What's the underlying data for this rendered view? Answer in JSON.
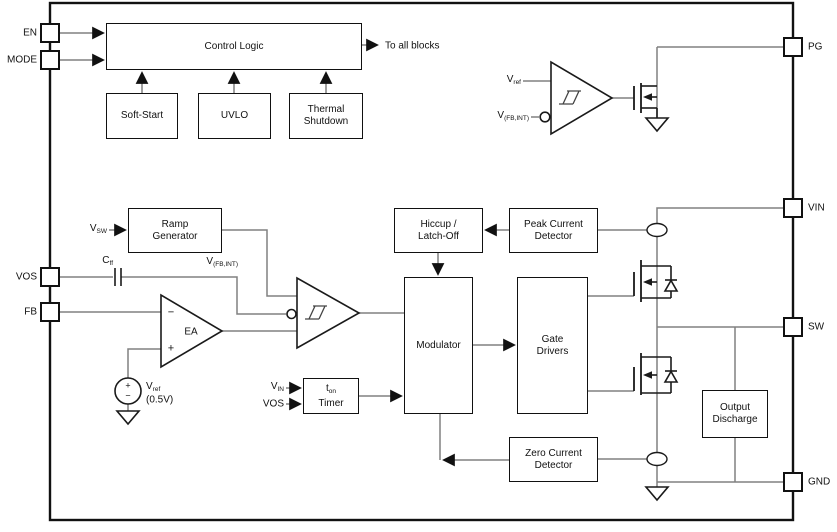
{
  "pins": {
    "en": {
      "label": "EN"
    },
    "mode": {
      "label": "MODE"
    },
    "vos": {
      "label": "VOS"
    },
    "fb": {
      "label": "FB"
    },
    "pg": {
      "label": "PG"
    },
    "vin": {
      "label": "VIN"
    },
    "sw": {
      "label": "SW"
    },
    "gnd": {
      "label": "GND"
    }
  },
  "blocks": {
    "control_logic": {
      "label": "Control Logic"
    },
    "soft_start": {
      "label": "Soft-Start"
    },
    "uvlo": {
      "label": "UVLO"
    },
    "thermal_shutdown": {
      "line1": "Thermal",
      "line2": "Shutdown"
    },
    "ramp_generator": {
      "line1": "Ramp",
      "line2": "Generator"
    },
    "hiccup_latch_off": {
      "line1": "Hiccup /",
      "line2": "Latch-Off"
    },
    "peak_current_detector": {
      "line1": "Peak Current",
      "line2": "Detector"
    },
    "modulator": {
      "label": "Modulator"
    },
    "gate_drivers": {
      "line1": "Gate",
      "line2": "Drivers"
    },
    "ton_timer": {
      "line1_base": "t",
      "line1_sub": "on",
      "line2": "Timer"
    },
    "zero_current_detector": {
      "line1": "Zero Current",
      "line2": "Detector"
    },
    "output_discharge": {
      "line1": "Output",
      "line2": "Discharge"
    }
  },
  "labels": {
    "to_all_blocks": "To all blocks",
    "vsw": {
      "base": "V",
      "sub": "SW"
    },
    "cff": {
      "base": "C",
      "sub": "ff"
    },
    "vfb_mid": {
      "base": "V",
      "sub": "(FB,INT)"
    },
    "vref_cmp": {
      "base": "V",
      "sub": "ref"
    },
    "vfb_cmp": {
      "base": "V",
      "sub": "(FB,INT)"
    },
    "vin_timer": {
      "base": "V",
      "sub": "IN"
    },
    "vos_timer": "VOS",
    "ea": "EA",
    "ea_minus": "−",
    "ea_plus": "+",
    "vref_src": {
      "base": "V",
      "sub": "ref",
      "value": "(0.5V)"
    },
    "src_plus": "+",
    "src_minus": "−"
  },
  "colors": {
    "wire": "#808080",
    "outline": "#111111",
    "background": "#ffffff"
  }
}
